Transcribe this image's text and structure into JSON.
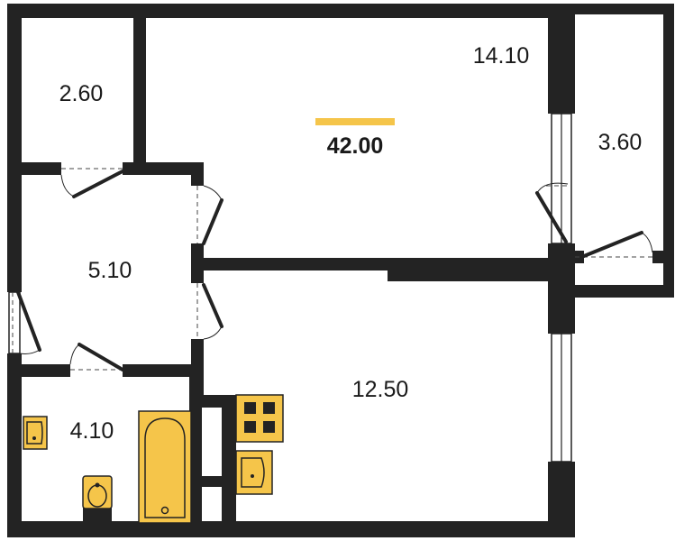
{
  "total_area": "42.00",
  "rooms": [
    {
      "id": "storage",
      "area": "2.60"
    },
    {
      "id": "living-room",
      "area": "14.10"
    },
    {
      "id": "balcony",
      "area": "3.60"
    },
    {
      "id": "hallway",
      "area": "5.10"
    },
    {
      "id": "bathroom",
      "area": "4.10"
    },
    {
      "id": "kitchen",
      "area": "12.50"
    }
  ],
  "colors": {
    "wall": "#232323",
    "fixture": "#f5c54a",
    "accent": "#f5c54a",
    "background": "#ffffff"
  }
}
